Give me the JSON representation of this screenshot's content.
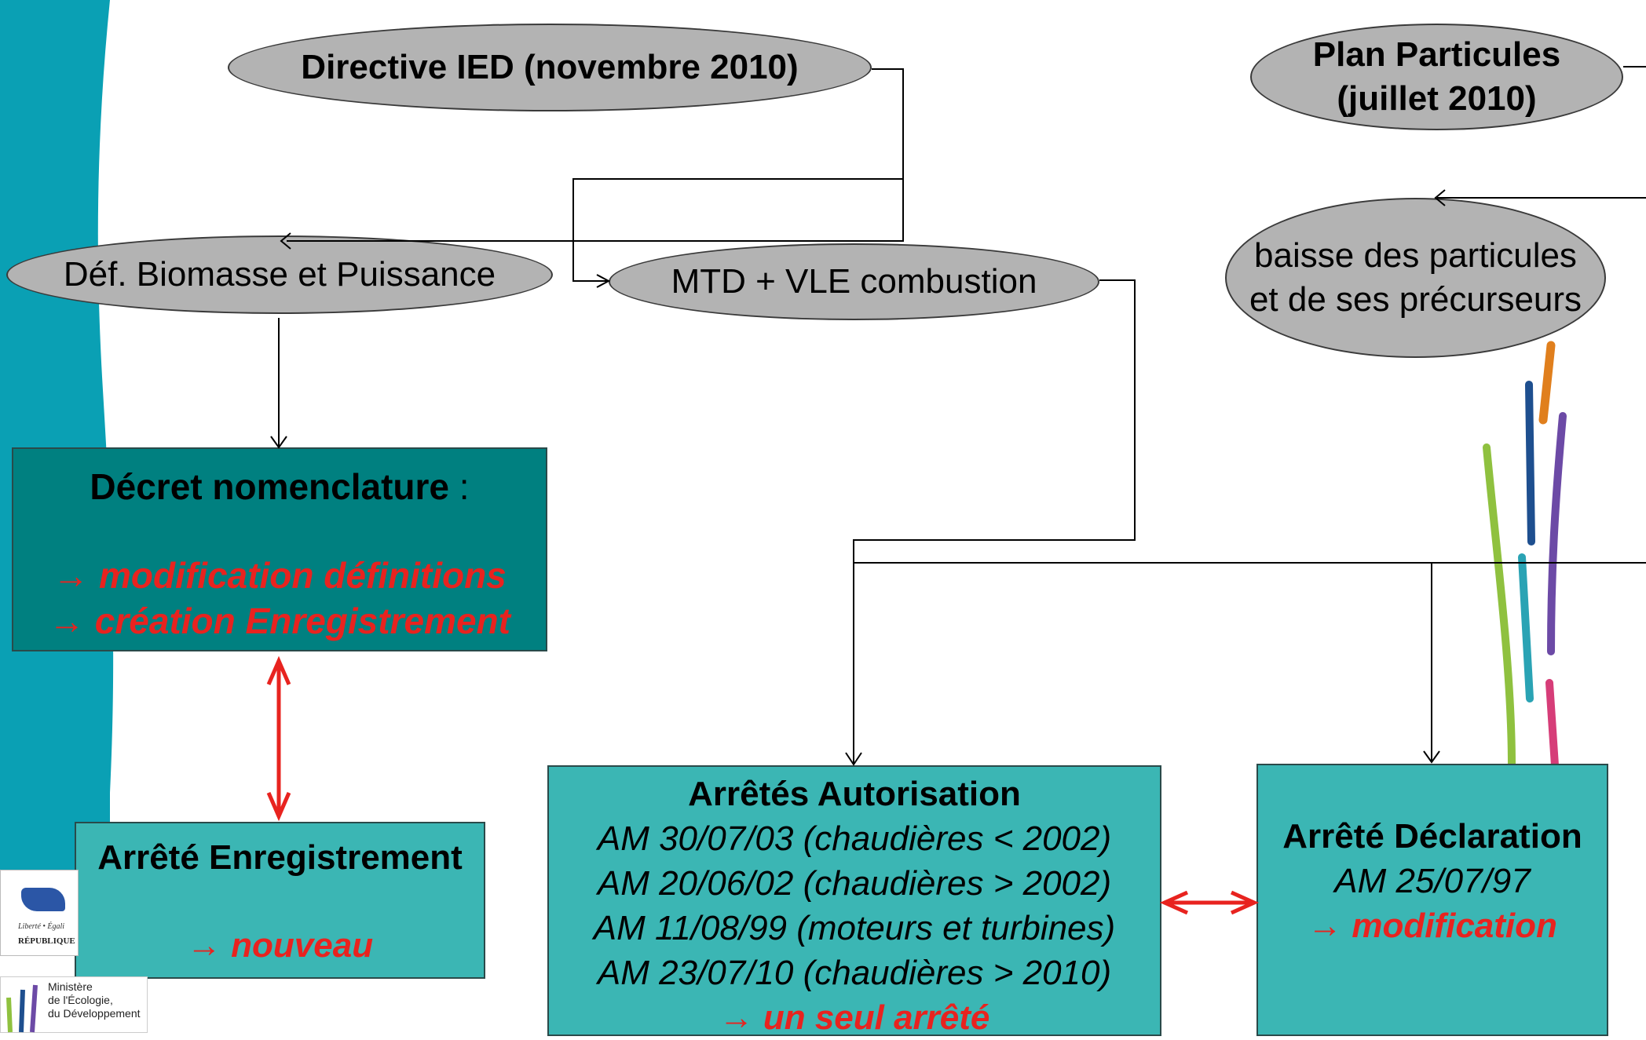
{
  "nodes": {
    "ied": {
      "title": "Directive IED (novembre 2010)"
    },
    "plan": {
      "line1": "Plan Particules",
      "line2": "(juillet 2010)"
    },
    "biomasse": {
      "label": "Déf. Biomasse et Puissance"
    },
    "mtd": {
      "label": "MTD + VLE combustion"
    },
    "baisse": {
      "line1": "baisse des particules",
      "line2": "et de ses précurseurs"
    },
    "decret": {
      "title": "Décret nomenclature",
      "colon": " :",
      "item1": "→ modification définitions",
      "item2": "→ création Enregistrement"
    },
    "enregistrement": {
      "title": "Arrêté Enregistrement",
      "note": "→ nouveau"
    },
    "autorisation": {
      "title": "Arrêtés Autorisation",
      "lines": [
        "AM 30/07/03 (chaudières < 2002)",
        "AM 20/06/02 (chaudières > 2002)",
        "AM 11/08/99 (moteurs et turbines)",
        "AM 23/07/10 (chaudières > 2010)"
      ],
      "note": "→ un seul arrêté"
    },
    "declaration": {
      "title": "Arrêté Déclaration",
      "am": "AM 25/07/97",
      "note": "→ modification"
    }
  },
  "logo": {
    "motto": "Liberté • Égali",
    "republique": "RÉPUBLIQUE",
    "ministere": [
      "Ministère",
      "de l'Écologie,",
      "du Développement"
    ]
  },
  "colors": {
    "teal_bg": "#0aa0b4",
    "dark_teal": "#008080",
    "teal_box": "#3bb6b4",
    "red": "#e8231f",
    "ellipse": "#b3b3b3"
  }
}
